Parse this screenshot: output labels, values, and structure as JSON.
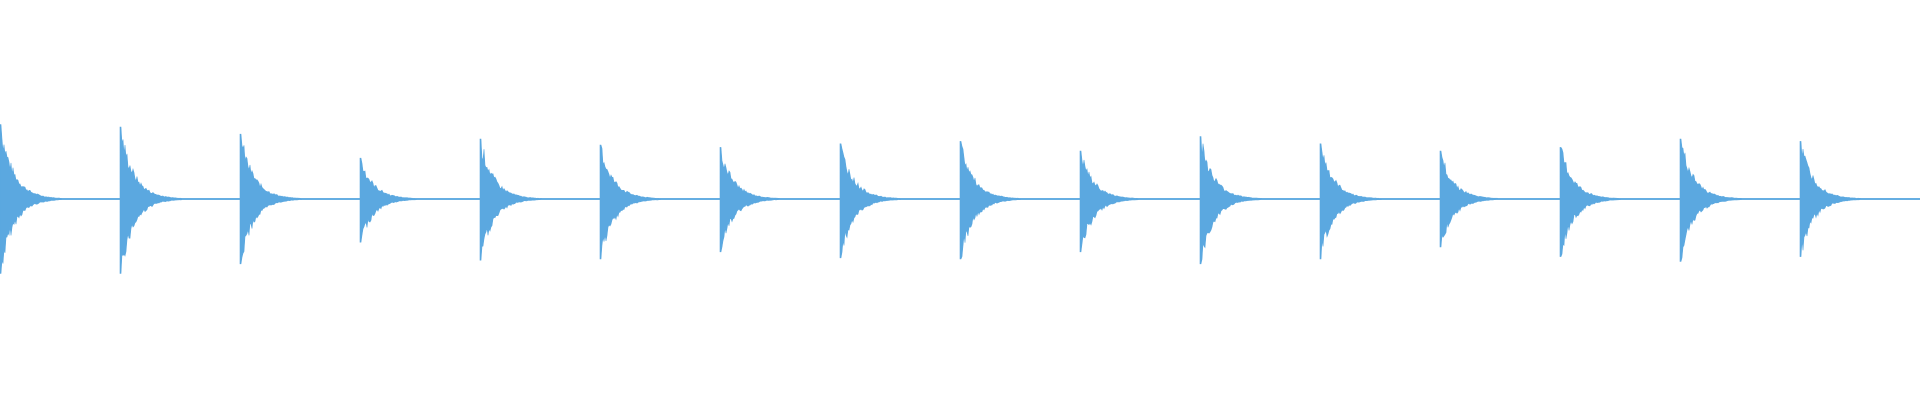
{
  "waveform": {
    "color": "#5ba8e0",
    "background": "#ffffff",
    "transient_count": 16,
    "transient_peaks": [
      0.62,
      0.6,
      0.54,
      0.34,
      0.5,
      0.45,
      0.43,
      0.46,
      0.48,
      0.4,
      0.52,
      0.46,
      0.4,
      0.43,
      0.5,
      0.48
    ],
    "transient_troughs": [
      0.62,
      0.62,
      0.54,
      0.36,
      0.51,
      0.5,
      0.44,
      0.49,
      0.5,
      0.44,
      0.54,
      0.5,
      0.4,
      0.48,
      0.52,
      0.48
    ]
  }
}
